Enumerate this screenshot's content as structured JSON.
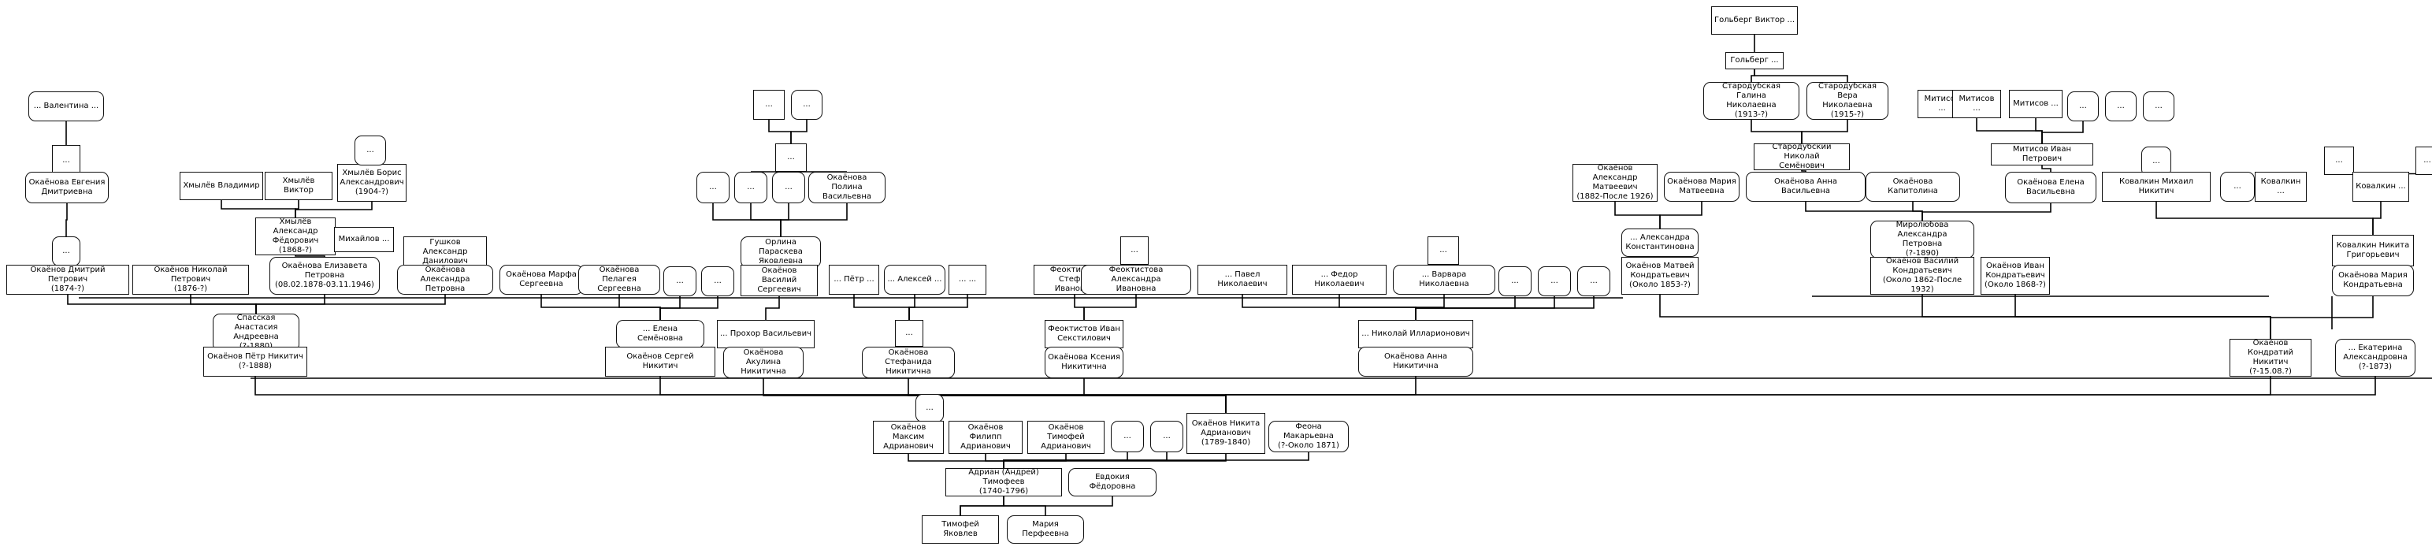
{
  "colors": {
    "line": "#000000",
    "box_border": "#111111",
    "background": "#ffffff"
  },
  "nodes": [
    {
      "id": "golberg_v",
      "text": "Гольберг Виктор ...",
      "f": false
    },
    {
      "id": "golberg_2",
      "text": "Гольберг ...",
      "f": false
    },
    {
      "id": "starod_galina",
      "text": "Стародубская Галина\nНиколаевна\n(1913-?)",
      "f": true
    },
    {
      "id": "starod_vera",
      "text": "Стародубская Вера\nНиколаевна\n(1915-?)",
      "f": true
    },
    {
      "id": "mitisov_1",
      "text": "Митисов ...",
      "f": false
    },
    {
      "id": "mitisov_2",
      "text": "Митисов ...",
      "f": false
    },
    {
      "id": "mitisov_3",
      "text": "Митисов ...",
      "f": false
    },
    {
      "id": "unk_m1",
      "text": "...",
      "f": true
    },
    {
      "id": "unk_m2",
      "text": "...",
      "f": true
    },
    {
      "id": "unk_m3",
      "text": "...",
      "f": true
    },
    {
      "id": "starod_nikolai",
      "text": "Стародубский Николай\nСемёнович",
      "f": false
    },
    {
      "id": "okaenova_anna_v",
      "text": "Окаёнова Анна Васильевна",
      "f": true
    },
    {
      "id": "okaenova_kapitolina",
      "text": "Окаёнова Капитолина",
      "f": true
    },
    {
      "id": "mitisov_ivan",
      "text": "Митисов Иван Петрович",
      "f": false
    },
    {
      "id": "okaenova_elena_v",
      "text": "Окаёнова Елена\nВасильевна",
      "f": true
    },
    {
      "id": "okaenov_aleksandr_m",
      "text": "Окаёнов Александр\nМатвеевич\n(1882-После 1926)",
      "f": false
    },
    {
      "id": "okaenova_maria_m",
      "text": "Окаёнова Мария\nМатвеевна",
      "f": true
    },
    {
      "id": "aleksandra_k",
      "text": "... Александра\nКонстантиновна",
      "f": true
    },
    {
      "id": "okaenov_matvei_k",
      "text": "Окаёнов Матвей\nКондратьевич\n(Около 1853-?)",
      "f": false
    },
    {
      "id": "mirolyubova",
      "text": "Миролюбова Александра\nПетровна\n(?-1890)",
      "f": true
    },
    {
      "id": "okaenov_vasiliy_k",
      "text": "Окаёнов Василий\nКондратьевич\n(Около 1862-После 1932)",
      "f": false
    },
    {
      "id": "okaenov_ivan_k",
      "text": "Окаёнов Иван\nКондратьевич\n(Около 1868-?)",
      "f": false
    },
    {
      "id": "unk_kov_top",
      "text": "...",
      "f": true
    },
    {
      "id": "kovalkin_mikhail",
      "text": "Ковалкин Михаил Никитич",
      "f": false
    },
    {
      "id": "unk_kov2",
      "text": "...",
      "f": true
    },
    {
      "id": "kovalkin_1",
      "text": "Ковалкин ...",
      "f": false
    },
    {
      "id": "unk_kov3",
      "text": "...",
      "f": false
    },
    {
      "id": "kovalkin_2",
      "text": "Ковалкин ...",
      "f": false
    },
    {
      "id": "unk_kov4",
      "text": "...",
      "f": false
    },
    {
      "id": "kovalkin_nikita",
      "text": "Ковалкин Никита\nГригорьевич",
      "f": false
    },
    {
      "id": "okaenova_maria_k",
      "text": "Окаёнова Мария\nКондратьевна",
      "f": true
    },
    {
      "id": "okaenov_kondratiy",
      "text": "Окаёнов Кондратий\nНикитич\n(?-15.08.?)",
      "f": false
    },
    {
      "id": "ekaterina_a",
      "text": "... Екатерина\nАлександровна\n(?-1873)",
      "f": true
    },
    {
      "id": "valentina",
      "text": "... Валентина ...",
      "f": true
    },
    {
      "id": "unk_val",
      "text": "...",
      "f": false
    },
    {
      "id": "okaenova_evgenia",
      "text": "Окаёнова Евгения\nДмитриевна",
      "f": true
    },
    {
      "id": "unk_val2",
      "text": "...",
      "f": true
    },
    {
      "id": "okaenov_dmitriy",
      "text": "Окаёнов Дмитрий Петрович\n(1874-?)",
      "f": false
    },
    {
      "id": "okaenov_nikolai_p",
      "text": "Окаёнов Николай Петрович\n(1876-?)",
      "f": false
    },
    {
      "id": "khmylev_vladimir",
      "text": "Хмылёв Владимир",
      "f": false
    },
    {
      "id": "khmylev_viktor",
      "text": "Хмылёв Виктор",
      "f": false
    },
    {
      "id": "khmylev_boris",
      "text": "Хмылёв Борис\nАлександрович\n(1904-?)",
      "f": false
    },
    {
      "id": "unk_boris",
      "text": "...",
      "f": true
    },
    {
      "id": "khmylev_aleksandr",
      "text": "Хмылёв Александр\nФёдорович\n(1868-?)",
      "f": false
    },
    {
      "id": "mikhailova",
      "text": "Михайлов ...",
      "f": false
    },
    {
      "id": "okaenova_elizaveta",
      "text": "Окаёнова Елизавета\nПетровна\n(08.02.1878-03.11.1946)",
      "f": true
    },
    {
      "id": "gushkov",
      "text": "Гушков Александр\nДанилович",
      "f": false
    },
    {
      "id": "okaenova_aleksandra_p",
      "text": "Окаёнова Александра\nПетровна",
      "f": true
    },
    {
      "id": "spasskaya",
      "text": "Спасская Анастасия\nАндреевна\n(?-1880)",
      "f": true
    },
    {
      "id": "okaenov_petr_n",
      "text": "Окаёнов Пётр Никитич\n(?-1888)",
      "f": false
    },
    {
      "id": "okaenova_marfa",
      "text": "Окаёнова Марфа\nСергеевна",
      "f": true
    },
    {
      "id": "okaenova_pelageya",
      "text": "Окаёнова Пелагея\nСергеевна",
      "f": true
    },
    {
      "id": "unk_s1",
      "text": "...",
      "f": true
    },
    {
      "id": "unk_s2",
      "text": "...",
      "f": true
    },
    {
      "id": "elena_s",
      "text": "... Елена Семёновна",
      "f": true
    },
    {
      "id": "okaenov_sergey",
      "text": "Окаёнов Сергей Никитич",
      "f": false
    },
    {
      "id": "prokhor",
      "text": "... Прохор Васильевич",
      "f": false
    },
    {
      "id": "okaenova_akulina",
      "text": "Окаёнова Акулина\nНикитична",
      "f": true
    },
    {
      "id": "unk_t1",
      "text": "...",
      "f": false
    },
    {
      "id": "unk_t2",
      "text": "...",
      "f": true
    },
    {
      "id": "unk_t3",
      "text": "...",
      "f": false
    },
    {
      "id": "unk_p1",
      "text": "...",
      "f": true
    },
    {
      "id": "unk_p2",
      "text": "...",
      "f": true
    },
    {
      "id": "unk_p3",
      "text": "...",
      "f": true
    },
    {
      "id": "okaenova_polina",
      "text": "Окаёнова Полина\nВасильевна",
      "f": true
    },
    {
      "id": "orlina",
      "text": "Орлина Параскева\nЯковлевна",
      "f": true
    },
    {
      "id": "okaenov_vasiliy_s",
      "text": "Окаёнов Василий\nСергеевич",
      "f": false
    },
    {
      "id": "petr_dots",
      "text": "... Пётр ...",
      "f": false
    },
    {
      "id": "aleksey_dots",
      "text": "... Алексей ...",
      "f": true
    },
    {
      "id": "unk_dots3",
      "text": "... ...",
      "f": false
    },
    {
      "id": "unk_st",
      "text": "...",
      "f": false
    },
    {
      "id": "okaenova_stefanida",
      "text": "Окаёнова Стефанида\nНикитична",
      "f": true
    },
    {
      "id": "feoktistov_stefan",
      "text": "Феоктистов Стефан\nИванович",
      "f": false
    },
    {
      "id": "feoktistova_aleksandra",
      "text": "Феоктистова Александра\nИвановна",
      "f": true
    },
    {
      "id": "unk_feo",
      "text": "...",
      "f": false
    },
    {
      "id": "feoktistov_ivan",
      "text": "Феоктистов Иван\nСекстилович",
      "f": false
    },
    {
      "id": "okaenova_ksenia",
      "text": "Окаёнова Ксения\nНикитична",
      "f": true
    },
    {
      "id": "pavel",
      "text": "... Павел Николаевич",
      "f": false
    },
    {
      "id": "fedor",
      "text": "... Федор Николаевич",
      "f": false
    },
    {
      "id": "unk_var",
      "text": "...",
      "f": false
    },
    {
      "id": "varvara",
      "text": "... Варвара Николаевна",
      "f": true
    },
    {
      "id": "unk_n1",
      "text": "...",
      "f": true
    },
    {
      "id": "unk_n2",
      "text": "...",
      "f": true
    },
    {
      "id": "unk_n3",
      "text": "...",
      "f": true
    },
    {
      "id": "nikolai_i",
      "text": "... Николай Илларионович",
      "f": false
    },
    {
      "id": "okaenova_anna_n",
      "text": "Окаёнова Анна Никитична",
      "f": true
    },
    {
      "id": "unk_maks",
      "text": "...",
      "f": true
    },
    {
      "id": "okaenov_maksim",
      "text": "Окаёнов Максим\nАдрианович",
      "f": false
    },
    {
      "id": "okaenov_filipp",
      "text": "Окаёнов Филипп\nАдрианович",
      "f": false
    },
    {
      "id": "okaenov_timofey",
      "text": "Окаёнов Тимофей\nАдрианович",
      "f": false
    },
    {
      "id": "unk_a1",
      "text": "...",
      "f": true
    },
    {
      "id": "unk_a2",
      "text": "...",
      "f": true
    },
    {
      "id": "okaenov_nikita",
      "text": "Окаёнов Никита\nАдрианович\n(1789-1840)",
      "f": false
    },
    {
      "id": "feona",
      "text": "Феона Макарьевна\n(?-Около 1871)",
      "f": true
    },
    {
      "id": "adrian",
      "text": "Адриан (Андрей) Тимофеев\n(1740-1796)",
      "f": false
    },
    {
      "id": "evdokia",
      "text": "Евдокия Фёдоровна",
      "f": true
    },
    {
      "id": "timofey_ya",
      "text": "Тимофей Яковлев",
      "f": false
    },
    {
      "id": "maria_p",
      "text": "Мария Перфеевна",
      "f": true
    }
  ]
}
